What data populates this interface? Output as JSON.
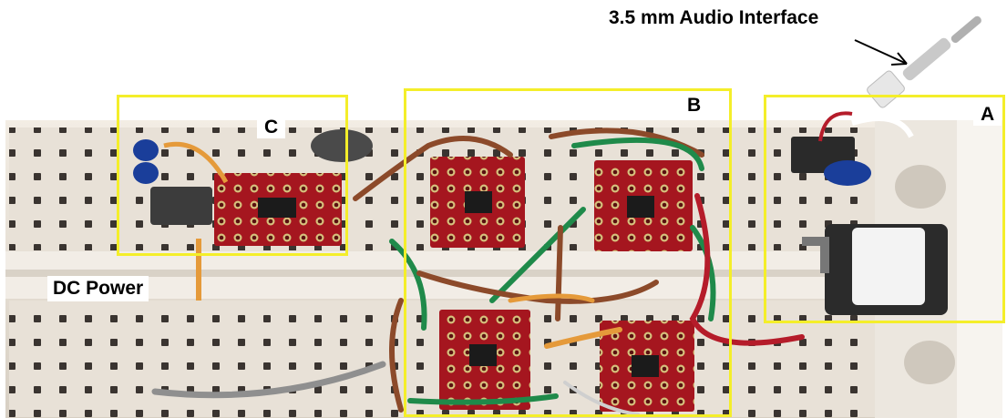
{
  "labels": {
    "audio": "3.5 mm Audio Interface",
    "dc_power": "DC Power",
    "region_a": "A",
    "region_b": "B",
    "region_c": "C"
  },
  "colors": {
    "highlight_box": "#f4ee2a",
    "breadboard": "#e9e2d8",
    "module_pcb": "#a5161f",
    "wire_brown": "#8c4a2a",
    "wire_green": "#1f8a4a",
    "wire_red": "#b51c2a",
    "wire_orange": "#e59a3a",
    "wire_gray": "#8f8f8f",
    "capacitor_blue": "#1a3e9a"
  },
  "icons": [
    "breadboard",
    "audio-jack-plug",
    "buzzer-speaker",
    "sensor-module",
    "jumper-wire"
  ]
}
